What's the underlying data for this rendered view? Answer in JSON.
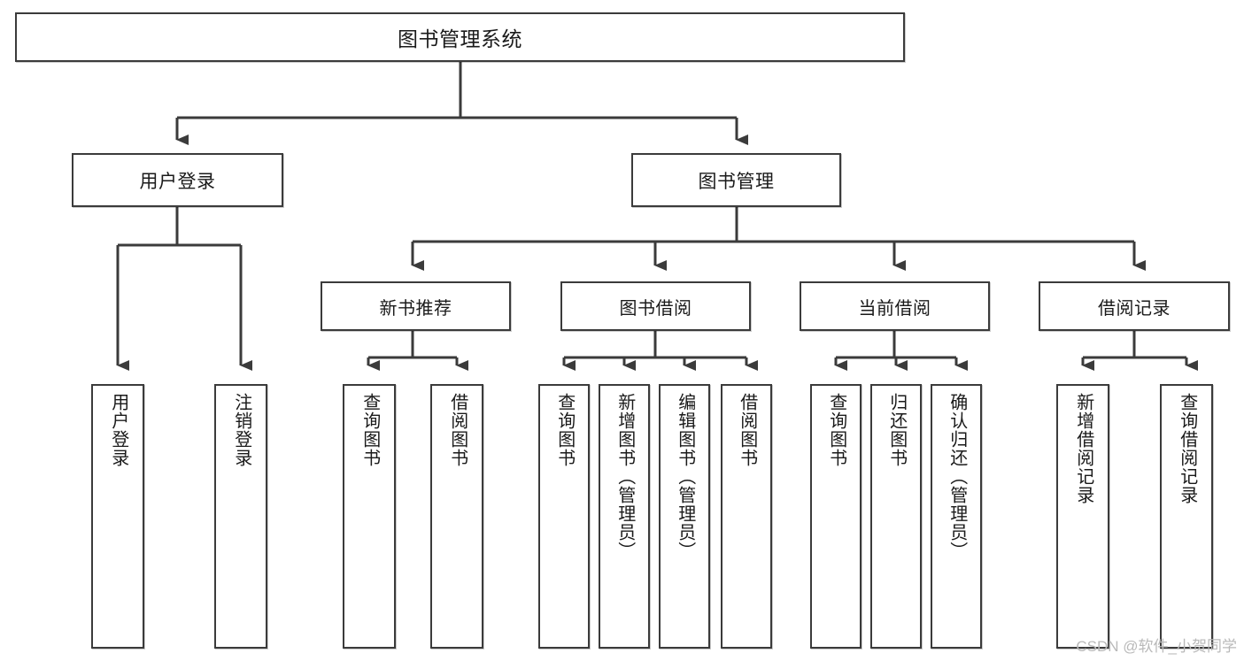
{
  "diagram": {
    "type": "tree-hierarchy",
    "title": "图书管理系统",
    "watermark": "CSDN @软件_小贺同学",
    "colors": {
      "box_border": "#3b3b3b",
      "box_fill": "#ffffff",
      "connector": "#3b3b3b",
      "text": "#1a1a1a",
      "watermark": "#b9b9b9",
      "background": "#ffffff"
    },
    "root": {
      "label": "图书管理系统"
    },
    "level2": [
      {
        "label": "用户登录"
      },
      {
        "label": "图书管理"
      }
    ],
    "level3": [
      {
        "label": "新书推荐"
      },
      {
        "label": "图书借阅"
      },
      {
        "label": "当前借阅"
      },
      {
        "label": "借阅记录"
      }
    ],
    "leaves": {
      "user_login": [
        {
          "label": "用户登录"
        },
        {
          "label": "注销登录"
        }
      ],
      "new_book_recommend": [
        {
          "label": "查询图书"
        },
        {
          "label": "借阅图书"
        }
      ],
      "book_borrow": [
        {
          "label": "查询图书"
        },
        {
          "label": "新增图书（管理员）"
        },
        {
          "label": "编辑图书（管理员）"
        },
        {
          "label": "借阅图书"
        }
      ],
      "current_borrow": [
        {
          "label": "查询图书"
        },
        {
          "label": "归还图书"
        },
        {
          "label": "确认归还（管理员）"
        }
      ],
      "borrow_record": [
        {
          "label": "新增借阅记录"
        },
        {
          "label": "查询借阅记录"
        }
      ]
    }
  }
}
